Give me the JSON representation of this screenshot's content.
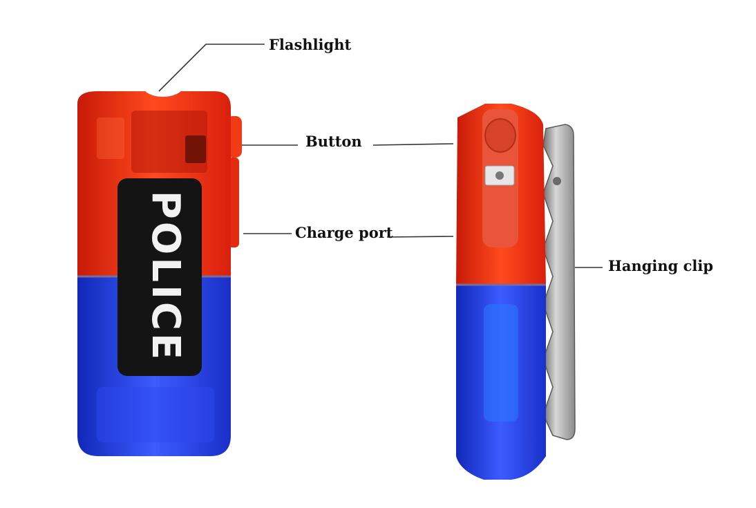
{
  "callouts": {
    "flashlight": "Flashlight",
    "button": "Button",
    "charge_port": "Charge port",
    "hanging_clip": "Hanging clip"
  },
  "device": {
    "badge_text": "POLICE"
  },
  "colors": {
    "red_housing": "#e52a12",
    "blue_housing": "#1f37d6",
    "badge_black": "#141414",
    "clip_metal": "#a8a8a8",
    "leader_line": "#333333"
  }
}
